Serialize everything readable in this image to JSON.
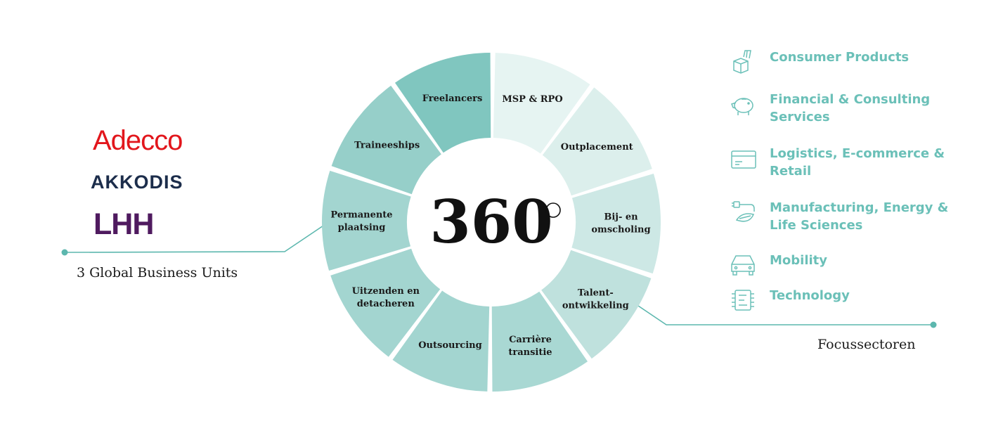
{
  "center_label": "360",
  "segments": [
    {
      "label": "MSP & RPO",
      "color": "#e6f4f2"
    },
    {
      "label": "Outplacement",
      "color": "#dcefec"
    },
    {
      "label": "Bij- en omscholing",
      "color": "#cde8e5"
    },
    {
      "label": "Talent-ontwikkeling",
      "color": "#bfe1dd"
    },
    {
      "label": "Carrière transitie",
      "color": "#a9d8d3"
    },
    {
      "label": "Outsourcing",
      "color": "#a3d5d0"
    },
    {
      "label": "Uitzenden en detacheren",
      "color": "#a3d5d0"
    },
    {
      "label": "Permanente plaatsing",
      "color": "#a3d5d0"
    },
    {
      "label": "Traineeships",
      "color": "#96cfc9"
    },
    {
      "label": "Freelancers",
      "color": "#80c6bf"
    }
  ],
  "business_units": {
    "brands": [
      "Adecco",
      "AKKODIS",
      "LHH"
    ],
    "caption": "3 Global Business Units"
  },
  "sectors": {
    "caption": "Focussectoren",
    "items": [
      {
        "label": "Consumer Products",
        "icon": "shopping-bag-icon"
      },
      {
        "label": "Financial & Consulting Services",
        "icon": "piggy-bank-icon"
      },
      {
        "label": "Logistics, E-commerce & Retail",
        "icon": "credit-card-icon"
      },
      {
        "label": "Manufacturing, Energy & Life Sciences",
        "icon": "plug-leaf-icon"
      },
      {
        "label": "Mobility",
        "icon": "car-icon"
      },
      {
        "label": "Technology",
        "icon": "chip-icon"
      }
    ]
  },
  "colors": {
    "teal": "#6bc0b8",
    "line": "#5cb7ae",
    "text": "#1a1a1a"
  }
}
